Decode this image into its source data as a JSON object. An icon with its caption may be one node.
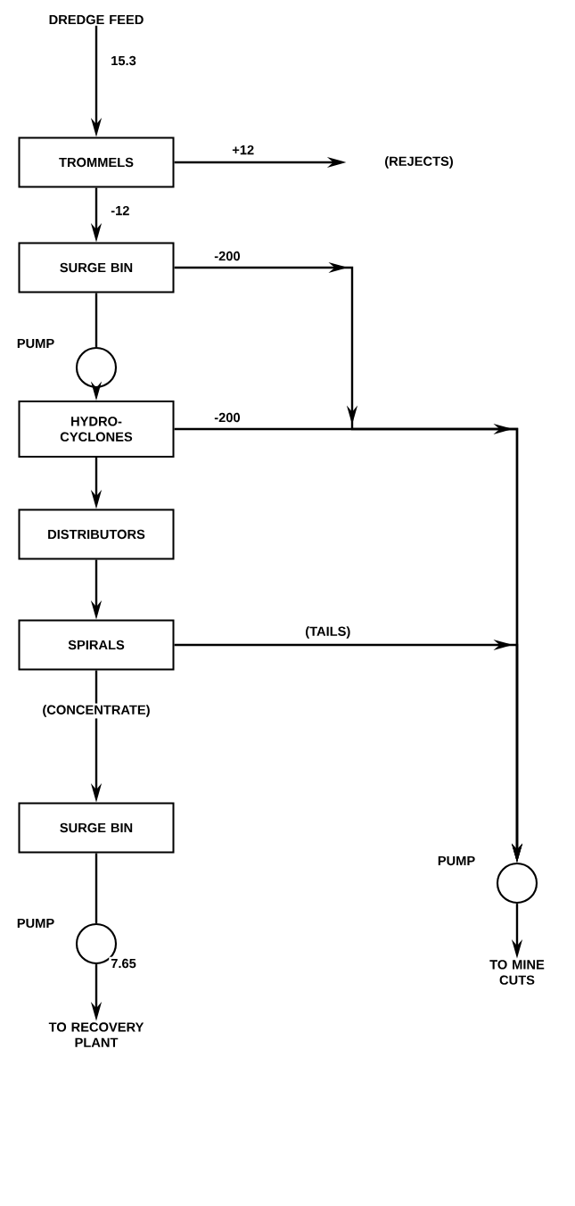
{
  "diagram": {
    "nodes": [
      {
        "text": [
          "DREDGE FEED"
        ]
      },
      {
        "text": [
          "TROMMELS"
        ]
      },
      {
        "text": [
          "(REJECTS)"
        ]
      },
      {
        "text": [
          "SURGE BIN"
        ]
      },
      {
        "text": [],
        "shape": "circle",
        "beside": [
          "PUMP"
        ]
      },
      {
        "text": [
          "HYDRO- CYCLONES"
        ]
      },
      {
        "text": [
          "DISTRIBUTORS"
        ]
      },
      {
        "text": [
          "SPIRALS"
        ]
      },
      {
        "text": [
          "(CONCENTRATE)"
        ]
      },
      {
        "text": [
          "SURGE BIN"
        ]
      },
      {
        "text": [],
        "shape": "circle",
        "beside": [
          "PUMP"
        ]
      },
      {
        "text": [
          "TO RECOVERY PLANT"
        ]
      },
      {
        "text": [],
        "shape": "circle",
        "beside": [
          "PUMP"
        ]
      },
      {
        "text": [
          "TO MINE CUTS"
        ]
      }
    ],
    "edges": [
      {
        "from": 0,
        "to": 1,
        "arrow": "to",
        "label": "15.3"
      },
      {
        "from": 1,
        "to": 2,
        "arrow": "to",
        "label": "+12"
      },
      {
        "from": 1,
        "to": 3,
        "arrow": "to",
        "label": "-12"
      },
      {
        "from": 3,
        "to": 12,
        "arrow": "to",
        "label": "-200"
      },
      {
        "from": 3,
        "to": 4,
        "arrow": "none"
      },
      {
        "from": 4,
        "to": 5,
        "arrow": "to"
      },
      {
        "from": 5,
        "to": 12,
        "arrow": "to",
        "label": "-200"
      },
      {
        "from": 5,
        "to": 6,
        "arrow": "to"
      },
      {
        "from": 6,
        "to": 7,
        "arrow": "to"
      },
      {
        "from": 7,
        "to": 8,
        "arrow": "none"
      },
      {
        "from": 8,
        "to": 9,
        "arrow": "to"
      },
      {
        "from": 7,
        "to": 12,
        "arrow": "to",
        "label": "(TAILS)"
      },
      {
        "from": 9,
        "to": 10,
        "arrow": "none"
      },
      {
        "from": 10,
        "to": 11,
        "arrow": "to",
        "label": "7.65"
      },
      {
        "from": 12,
        "to": 13,
        "arrow": "to"
      }
    ]
  }
}
